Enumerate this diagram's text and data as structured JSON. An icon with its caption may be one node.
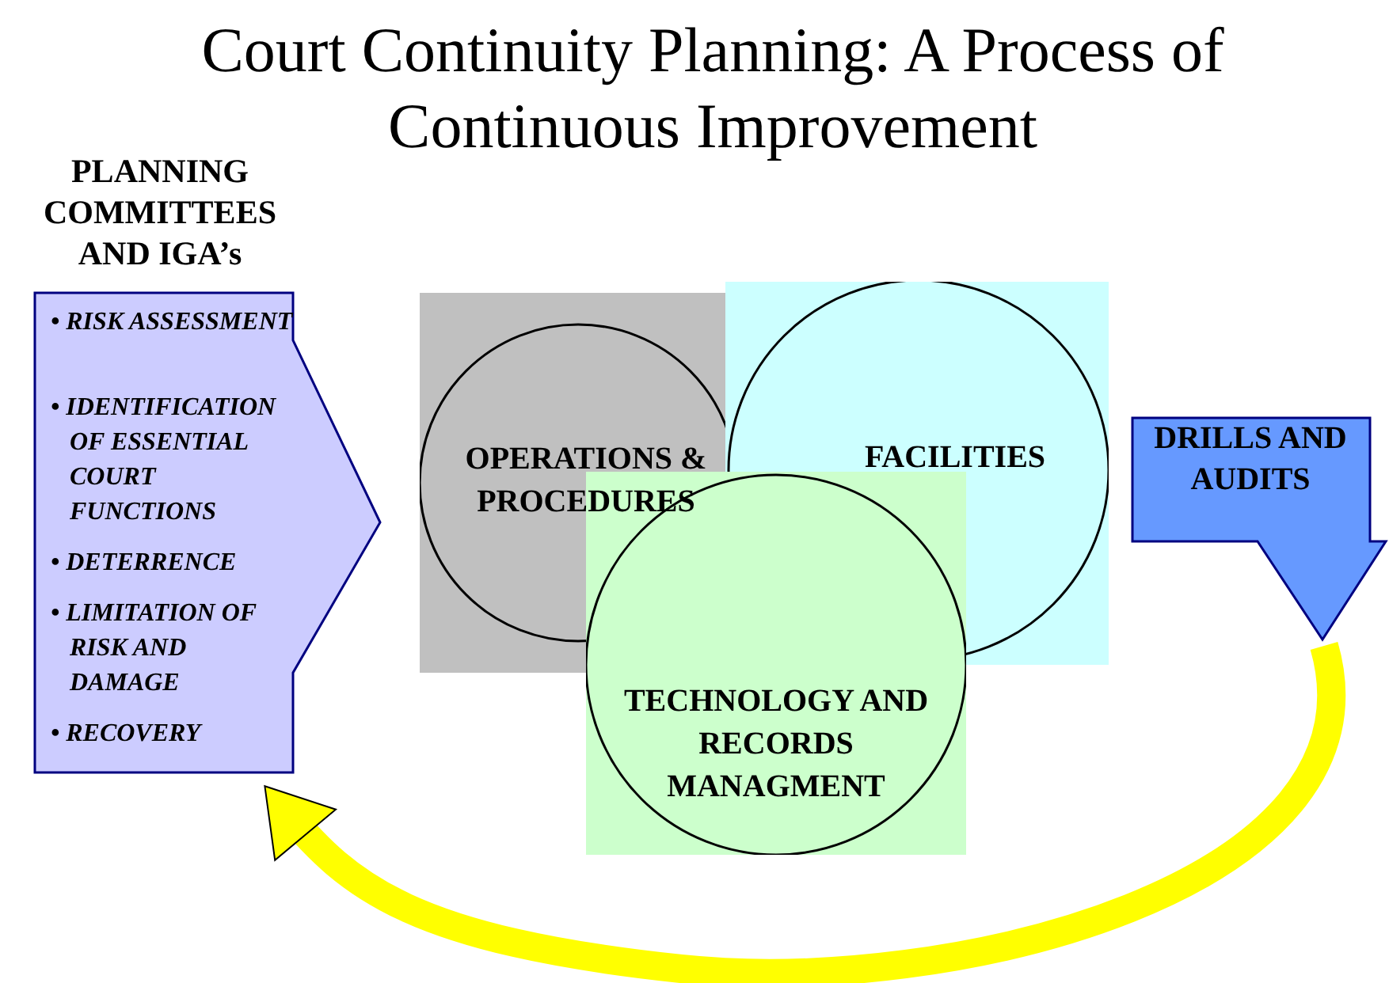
{
  "diagram": {
    "title": "Court Continuity Planning: A Process of Continuous Improvement",
    "nodes": [
      {
        "text": [
          "PLANNING COMMITTEES AND IGA’s",
          "• RISK ASSESSMENT",
          "• IDENTIFICATION OF ESSENTIAL COURT FUNCTIONS",
          "• DETERRENCE",
          "• LIMITATION OF RISK AND DAMAGE",
          "• RECOVERY"
        ]
      },
      {
        "text": [
          "OPERATIONS & PROCEDURES"
        ]
      },
      {
        "text": [
          "FACILITIES"
        ]
      },
      {
        "text": [
          "TECHNOLOGY AND RECORDS MANAGMENT"
        ]
      },
      {
        "text": [
          "DRILLS AND AUDITS"
        ]
      }
    ],
    "edges": [
      {
        "from": 4,
        "to": 0,
        "arrow": "to",
        "color": "#ffff00"
      }
    ]
  }
}
